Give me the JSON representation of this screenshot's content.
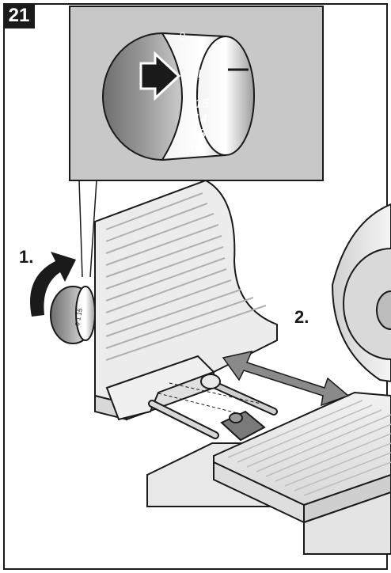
{
  "figure": {
    "number": "21"
  },
  "steps": {
    "step1": "1.",
    "step2": "2."
  },
  "dial": {
    "marks": [
      "0",
      "I",
      "15",
      "14",
      "13",
      "12"
    ]
  },
  "colors": {
    "ink": "#1a1a1a",
    "panel_gray": "#c8c8c8",
    "metal_light": "#e6e6e6",
    "metal_mid": "#b5b5b5",
    "metal_dark": "#7a7a7a"
  }
}
